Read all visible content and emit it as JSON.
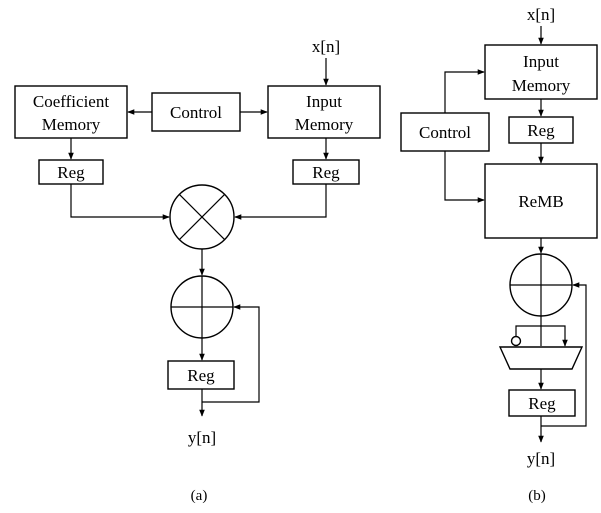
{
  "diagram_a": {
    "input_label": "x[n]",
    "coefficient_memory": [
      "Coefficient",
      "Memory"
    ],
    "control": "Control",
    "input_memory": [
      "Input",
      "Memory"
    ],
    "reg_left": "Reg",
    "reg_right": "Reg",
    "reg_accumulator": "Reg",
    "output_label": "y[n]",
    "caption": "(a)"
  },
  "diagram_b": {
    "input_label": "x[n]",
    "input_memory": [
      "Input",
      "Memory"
    ],
    "control": "Control",
    "reg_top": "Reg",
    "remb": "ReMB",
    "reg_bottom": "Reg",
    "output_label": "y[n]",
    "caption": "(b)"
  }
}
